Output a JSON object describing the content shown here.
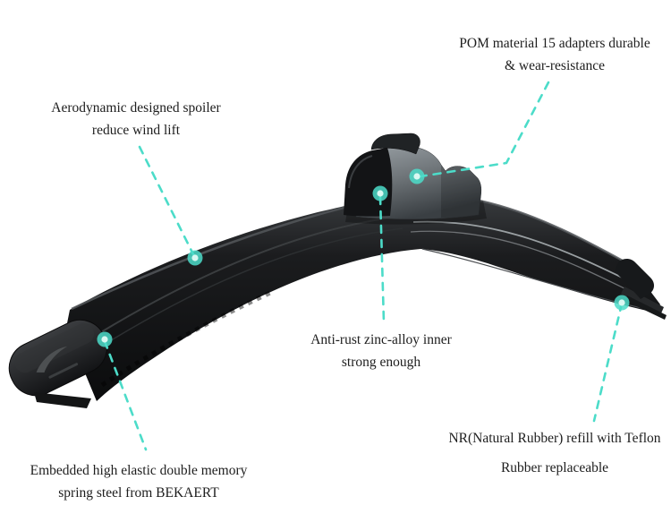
{
  "page": {
    "background": "#ffffff",
    "text_color": "#1d1d1d"
  },
  "accent": {
    "callout_line": "#4cdcc9",
    "callout_dot_core": "#d9f8f2"
  },
  "graphics": {
    "illustration": "wiper-blade",
    "blade_color": "#121314",
    "adapter_color": "#777e83"
  },
  "annotations": {
    "pom": {
      "line1": "POM material 15 adapters durable",
      "line2": "& wear-resistance"
    },
    "spoiler": {
      "line1": "Aerodynamic designed spoiler",
      "line2": "reduce wind lift"
    },
    "zinc": {
      "line1": "Anti-rust zinc-alloy inner",
      "line2": "strong enough"
    },
    "spring": {
      "line1": "Embedded high elastic double memory",
      "line2": "spring steel from BEKAERT"
    },
    "rubber": {
      "line1": "NR(Natural Rubber) refill with Teflon",
      "line2": "Rubber replaceable"
    }
  }
}
